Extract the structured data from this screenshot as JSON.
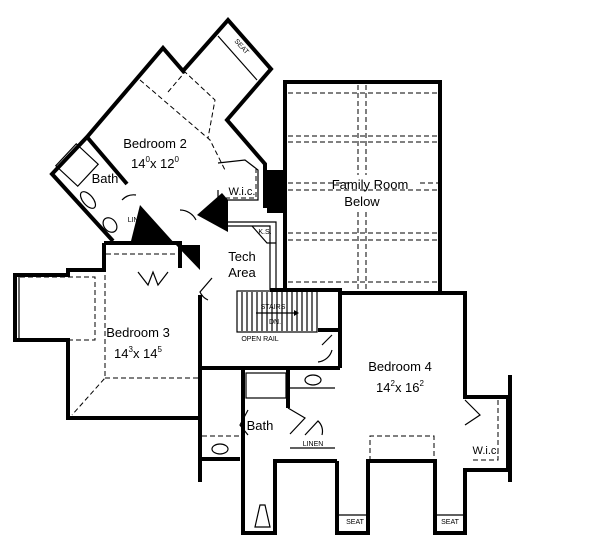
{
  "plan": {
    "bedroom2": {
      "name": "Bedroom 2",
      "w": "14",
      "w_sup": "0",
      "x": "x 12",
      "h_sup": "0"
    },
    "bath_upper": "Bath",
    "wic_upper": "W.i.c.",
    "linen_upper": "LINEN",
    "seat_upper": "SEAT",
    "family_room": {
      "line1": "Family Room",
      "line2": "Below"
    },
    "ks": "K.S.",
    "tech_area": {
      "line1": "Tech",
      "line2": "Area"
    },
    "bedroom3": {
      "name": "Bedroom 3",
      "w": "14",
      "w_sup": "3",
      "x": "x 14",
      "h_sup": "5"
    },
    "stairs": {
      "line1": "STAIRS",
      "line2": "DN."
    },
    "open_rail": "OPEN RAIL",
    "bedroom4": {
      "name": "Bedroom 4",
      "w": "14",
      "w_sup": "2",
      "x": "x 16",
      "h_sup": "2"
    },
    "bath_lower": "Bath",
    "linen_lower": "LINEN",
    "wic_lower": "W.i.c.",
    "seat_left": "SEAT",
    "seat_right": "SEAT"
  }
}
